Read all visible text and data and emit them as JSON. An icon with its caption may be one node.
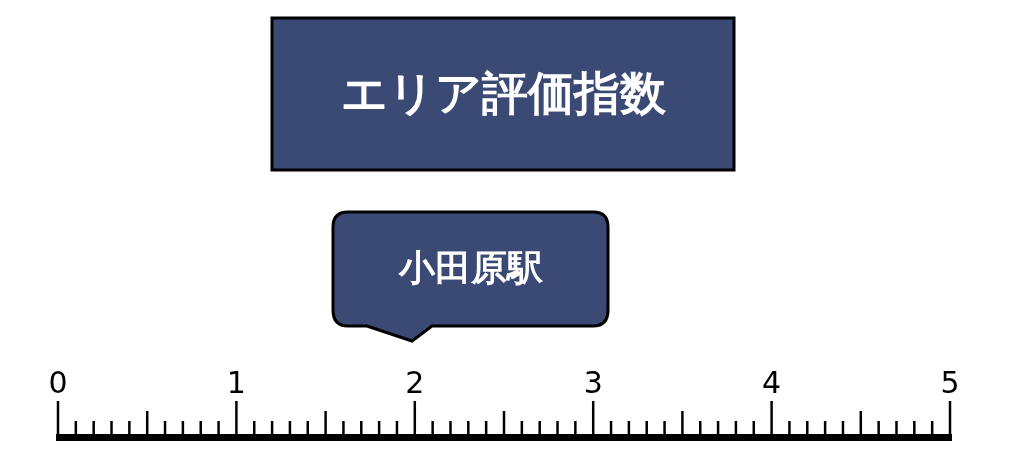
{
  "diagram": {
    "nodes": [
      {
        "text": [
          "エリア評価指数"
        ]
      },
      {
        "text": [
          "小田原駅"
        ]
      }
    ],
    "labels": [
      "0",
      "1",
      "2",
      "3",
      "4",
      "5"
    ]
  }
}
